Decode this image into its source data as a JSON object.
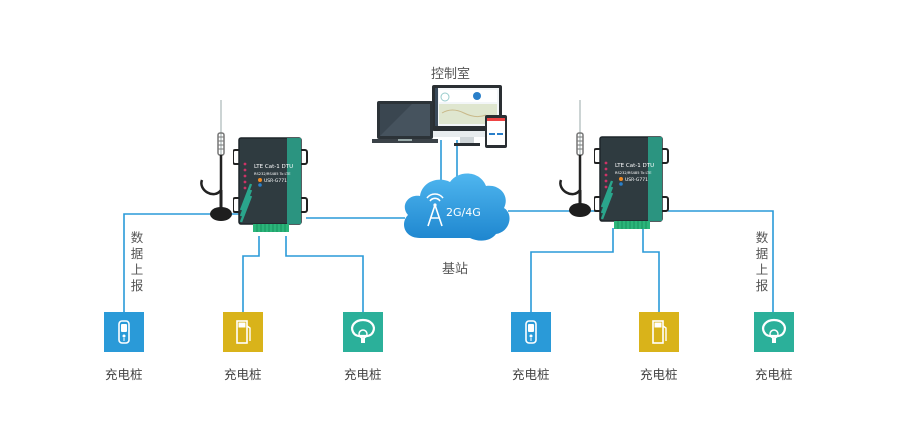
{
  "control_room": {
    "label": "控制室"
  },
  "base_station": {
    "label": "基站",
    "network_label": "2G/4G"
  },
  "data_upload": {
    "left_label": "数据上报",
    "right_label": "数据上报"
  },
  "dtu_devices": [
    {
      "title": "LTE Cat-1 DTU",
      "subtitle": "RS232/RS485 To LTE",
      "model": "USR-G771"
    },
    {
      "title": "LTE Cat-1 DTU",
      "subtitle": "RS232/RS485 To LTE",
      "model": "USR-G771"
    }
  ],
  "charging_piles": [
    {
      "label": "充电桩",
      "icon": "charger-handheld-icon",
      "color": "#2a9ad8"
    },
    {
      "label": "充电桩",
      "icon": "fuel-pump-icon",
      "color": "#d9b31a"
    },
    {
      "label": "充电桩",
      "icon": "charging-plug-icon",
      "color": "#2bb09a"
    },
    {
      "label": "充电桩",
      "icon": "charger-handheld-icon",
      "color": "#2a9ad8"
    },
    {
      "label": "充电桩",
      "icon": "fuel-pump-icon",
      "color": "#d9b31a"
    },
    {
      "label": "充电桩",
      "icon": "charging-plug-icon",
      "color": "#2bb09a"
    }
  ],
  "colors": {
    "line": "#2a9ad8",
    "cloud": "#2e9ee0",
    "dtu_body": "#2f3b40",
    "dtu_accent": "#2aa58c"
  }
}
